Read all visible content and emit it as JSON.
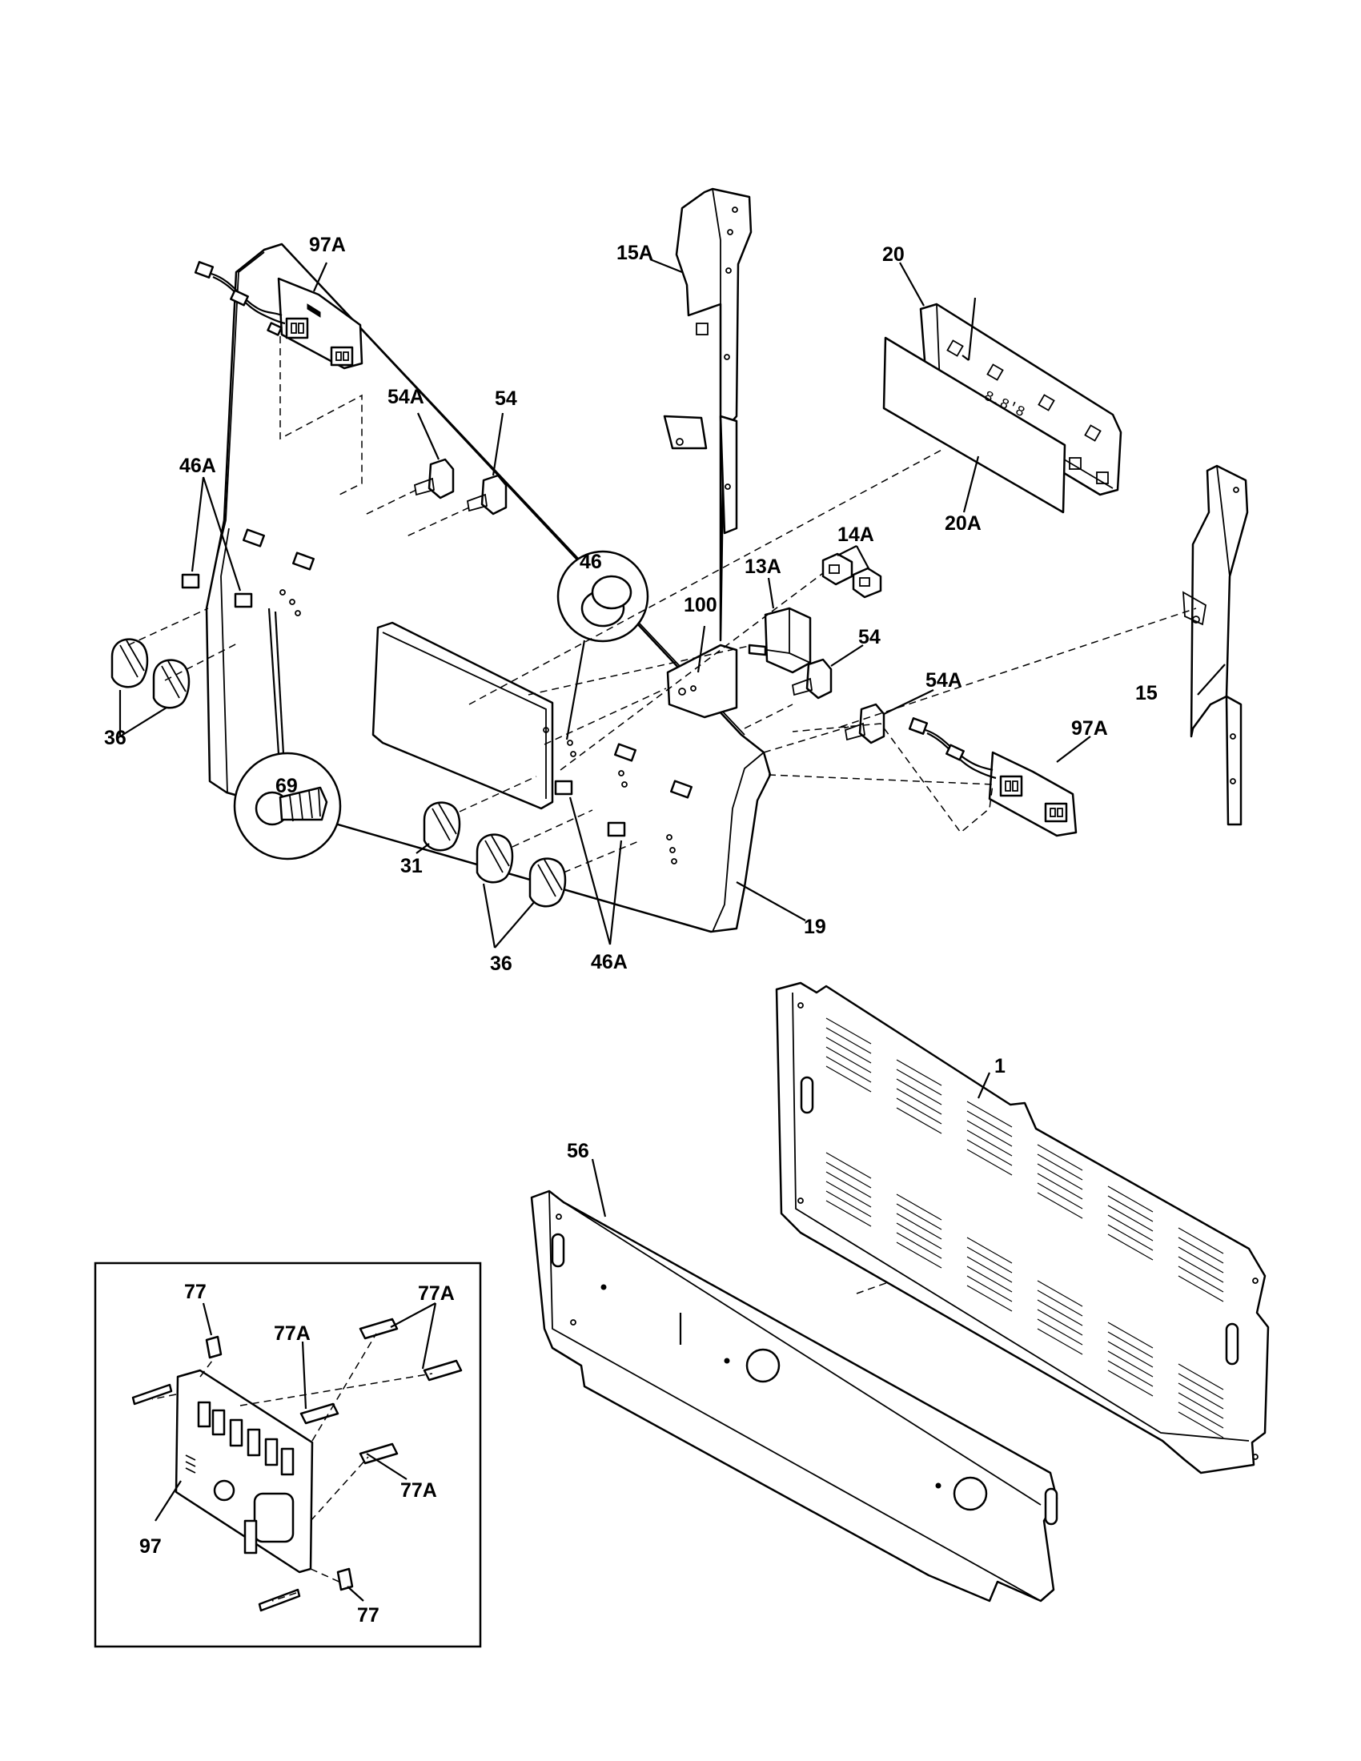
{
  "callouts": {
    "c97A_top": "97A",
    "c15A": "15A",
    "c20": "20",
    "c54A_top": "54A",
    "c54_top": "54",
    "c46A_left": "46A",
    "c20A": "20A",
    "c14A": "14A",
    "c46": "46",
    "c13A": "13A",
    "c100": "100",
    "c54_right": "54",
    "c54A_right": "54A",
    "c15": "15",
    "c97A_right": "97A",
    "c36_left": "36",
    "c69": "69",
    "c31": "31",
    "c19": "19",
    "c46A_bottom": "46A",
    "c36_bottom": "36",
    "c1": "1",
    "c56": "56",
    "c77_top": "77",
    "c77A_right_top": "77A",
    "c77A_left": "77A",
    "c77A_right_bottom": "77A",
    "c97": "97",
    "c77_bottom": "77"
  }
}
